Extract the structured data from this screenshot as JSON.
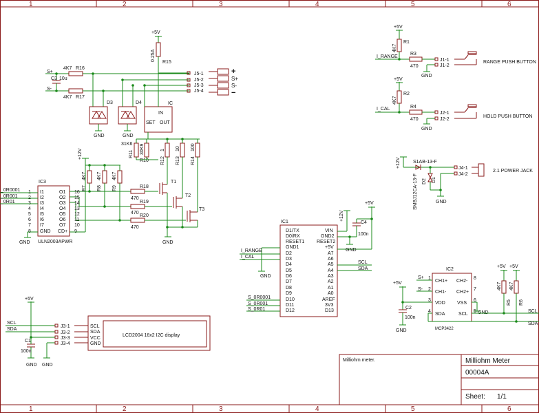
{
  "frame": {
    "columns": [
      "1",
      "2",
      "3",
      "4",
      "5",
      "6"
    ]
  },
  "title_block": {
    "description": "Milliohm meter.",
    "title": "Milliohm Meter",
    "doc_no": "00004A",
    "sheet_label": "Sheet:",
    "sheet_value": "1/1"
  },
  "supplies": {
    "plus5v": "+5V",
    "plus12v": "+12V",
    "gnd": "GND"
  },
  "input_section": {
    "r16": "R16",
    "r16_val": "4K7",
    "r17": "R17",
    "r17_val": "4K7",
    "c3": "C3",
    "c3_val": "10u",
    "s_plus": "S+",
    "s_minus": "S-",
    "r15": "R15",
    "r15_val": "0.25A",
    "d3": "D3",
    "d4": "D4",
    "ic_ref": "IC",
    "ic_set": "SET",
    "ic_in": "IN",
    "ic_out": "OUT",
    "j5": [
      "J5-1",
      "J5-2",
      "J5-3",
      "J5-4"
    ],
    "j5_marks": [
      "+",
      "S+",
      "S-",
      "−"
    ]
  },
  "switch_section": {
    "r11": "R11",
    "r11_val": "31K6",
    "r10": "R10",
    "r10_val": "30K9",
    "r12": "R12",
    "r12_val": "1",
    "r13": "R13",
    "r13_val": "10",
    "r14": "R14",
    "r14_val": "100",
    "r7": "R7",
    "r8": "R8",
    "r9": "R9",
    "r789_val": "4K7",
    "r18": "R18",
    "r19": "R19",
    "r20": "R20",
    "r_gate_val": "470",
    "t1": "T1",
    "t2": "T2",
    "t3": "T3"
  },
  "ic3": {
    "ref": "IC3",
    "part": "ULN2003APWR",
    "left_pins": [
      "I1",
      "I2",
      "I3",
      "I4",
      "I5",
      "I6",
      "I7",
      "GND"
    ],
    "right_pins": [
      "O1",
      "O2",
      "O3",
      "O4",
      "O5",
      "O6",
      "O7",
      "CD+"
    ],
    "left_nums": [
      "1",
      "2",
      "3",
      "4",
      "5",
      "6",
      "7",
      "8"
    ],
    "right_nums": [
      "16",
      "15",
      "14",
      "13",
      "12",
      "11",
      "10",
      "9"
    ],
    "nets": [
      "_0R0001",
      "_0R001",
      "_0R01"
    ]
  },
  "ic1": {
    "ref": "IC1",
    "left_pins": [
      "D1/TX",
      "D0/RX",
      "RESET1",
      "GND1",
      "D2",
      "D3",
      "D4",
      "D5",
      "D6",
      "D7",
      "D8",
      "D9",
      "D10",
      "D11",
      "D12"
    ],
    "right_pins": [
      "VIN",
      "GND2",
      "RESET2",
      "+5V",
      "A7",
      "A6",
      "A5",
      "A4",
      "A3",
      "A2",
      "A1",
      "A0",
      "AREF",
      "3V3",
      "D13"
    ],
    "nets_left": [
      "I_RANGE",
      "I_CAL",
      "S_0R0001",
      "S_0R001",
      "S_0R01"
    ],
    "nets_right": [
      "SCL",
      "SDA"
    ],
    "c4": "C4",
    "c4_val": "100n"
  },
  "buttons": {
    "r1": "R1",
    "r1_val": "4K7",
    "r3": "R3",
    "r3_val": "470",
    "net_range": "I_RANGE",
    "j1": [
      "J1-1",
      "J1-2"
    ],
    "range_label": "RANGE PUSH BUTTON",
    "r2": "R2",
    "r2_val": "4K7",
    "r4": "R4",
    "r4_val": "470",
    "net_cal": "I_CAL",
    "j2": [
      "J2-1",
      "J2-2"
    ],
    "hold_label": "HOLD PUSH BUTTON"
  },
  "power_jack": {
    "d1": "D1",
    "d2": "D2",
    "d1_part": "S1AB-13-F",
    "d2_part": "SMBJ12CA-13-F",
    "j4": [
      "J4-1",
      "J4-2"
    ],
    "label": "2.1 POWER JACK"
  },
  "ic2": {
    "ref": "IC2",
    "part": "MCP3422",
    "left_pins": [
      "CH1+",
      "CH1-",
      "VDD",
      "SDA"
    ],
    "right_pins": [
      "CH2-",
      "CH2+",
      "VSS",
      "SCL"
    ],
    "left_nums": [
      "1",
      "2",
      "3",
      "4"
    ],
    "right_nums": [
      "8",
      "7",
      "6",
      "5"
    ],
    "c2": "C2",
    "c2_val": "100n",
    "r5": "R5",
    "r6": "R6",
    "r56_val": "4K7",
    "s_plus": "S+",
    "s_minus": "S-",
    "scl": "SCL",
    "sda": "SDA"
  },
  "lcd": {
    "scl": "SCL",
    "sda": "SDA",
    "j3": [
      "J3-1",
      "J3-2",
      "J3-3",
      "J3-4"
    ],
    "pins": [
      "SCL",
      "SDA",
      "VCC",
      "GND"
    ],
    "label": "LCD2004 16x2 I2C display",
    "c1": "C1",
    "c1_val": "100n"
  }
}
